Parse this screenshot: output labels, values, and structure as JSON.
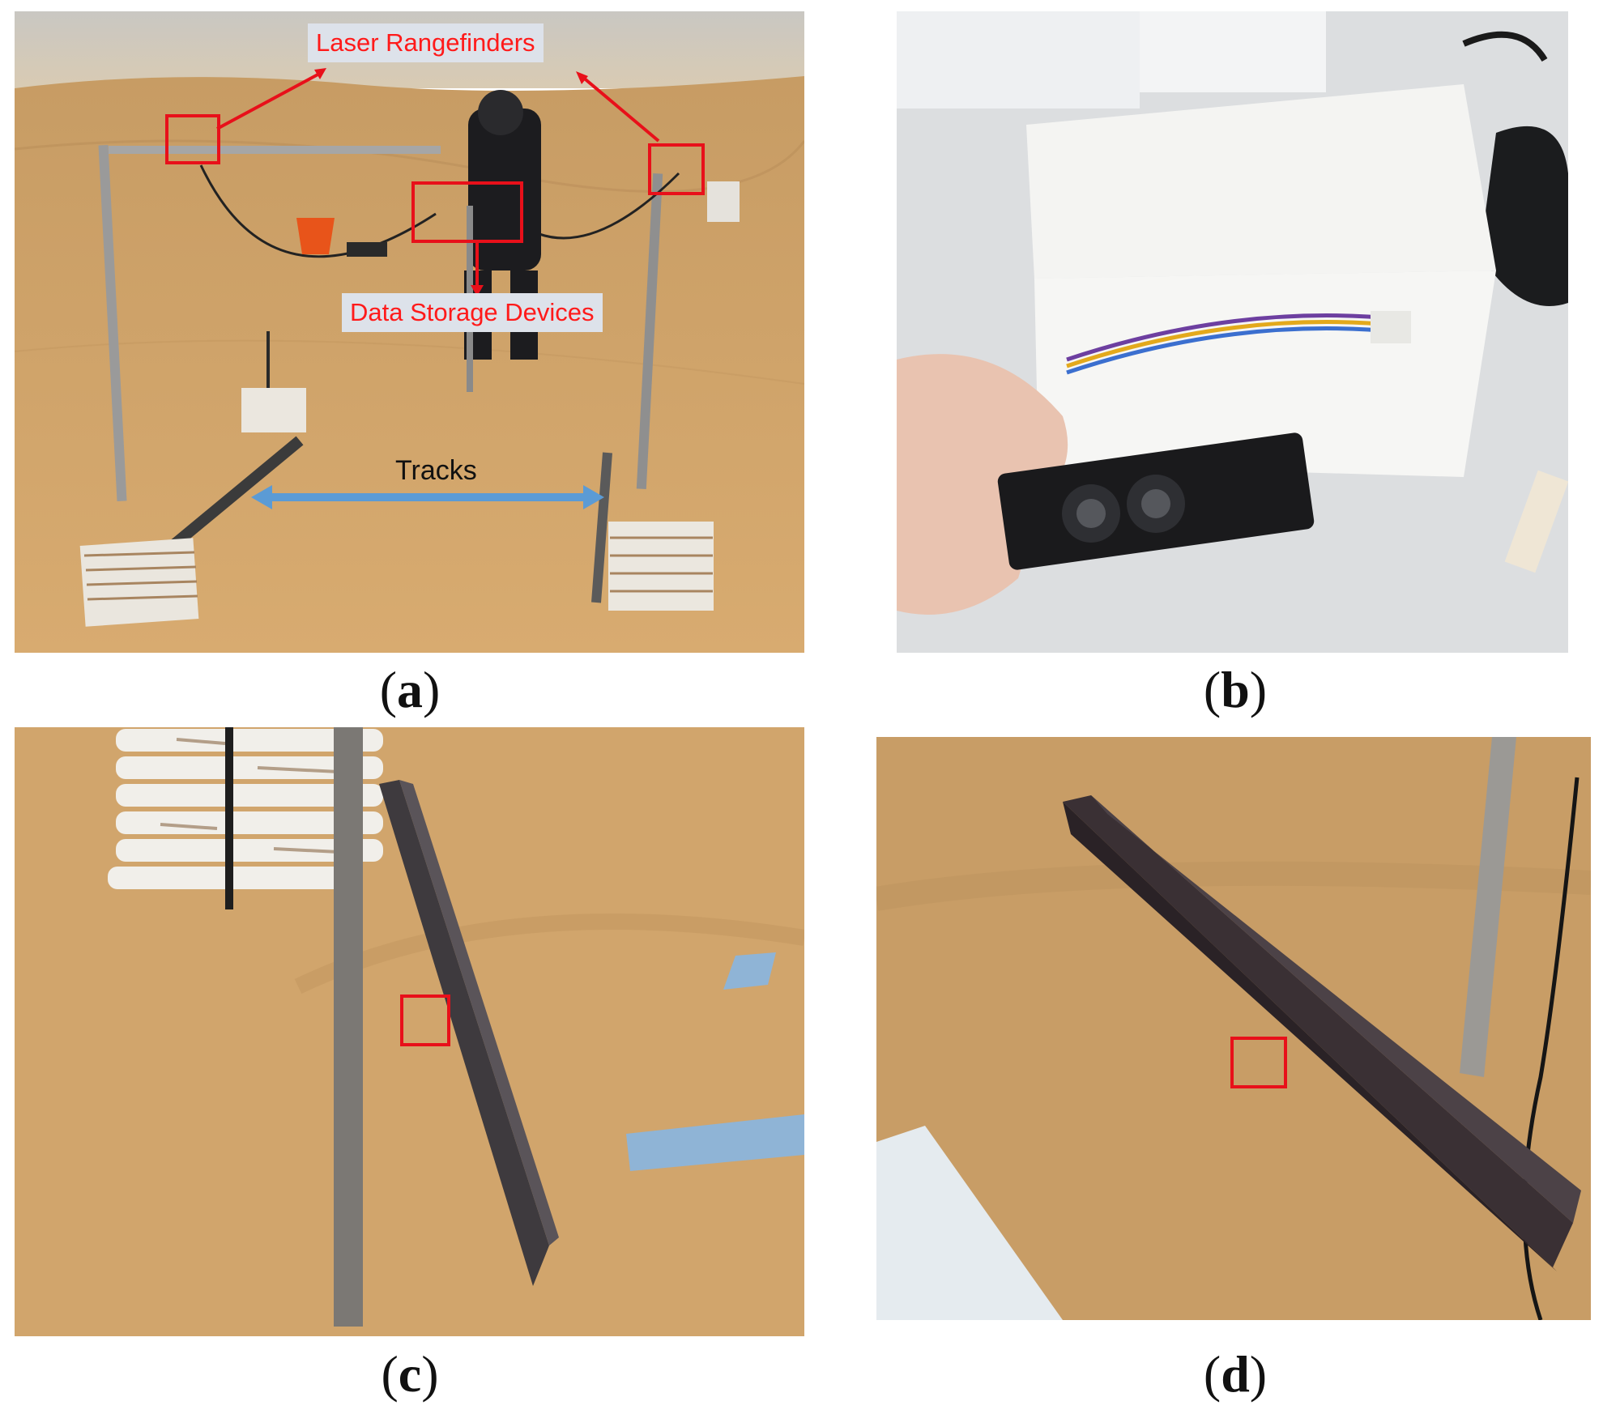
{
  "panels": {
    "a": {
      "caption_letter": "a",
      "labels": {
        "laser_rangefinders": "Laser Rangefinders",
        "data_storage_devices": "Data Storage Devices",
        "tracks": "Tracks"
      }
    },
    "b": {
      "caption_letter": "b"
    },
    "c": {
      "caption_letter": "c"
    },
    "d": {
      "caption_letter": "d"
    }
  },
  "colors": {
    "sand": "#d4a66b",
    "highlight_red": "#e8101a",
    "label_text_red": "#ff1a1a",
    "arrow_blue": "#5b9bd5"
  }
}
